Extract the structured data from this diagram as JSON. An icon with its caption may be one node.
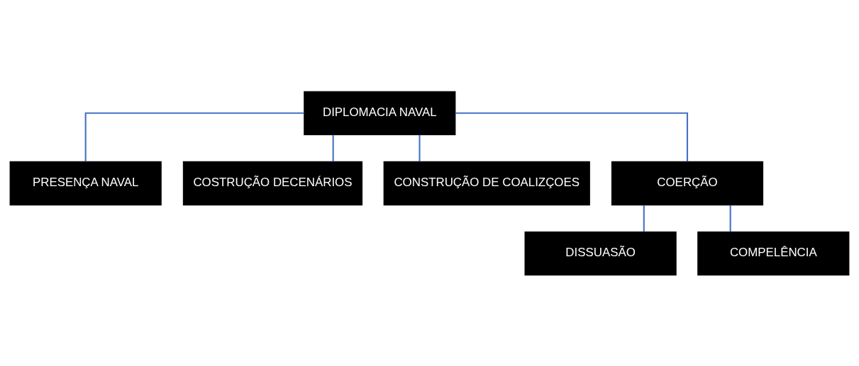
{
  "diagram": {
    "nodes": [
      {
        "text": [
          "DIPLOMACIA NAVAL"
        ]
      },
      {
        "text": [
          "PRESENÇA NAVAL"
        ]
      },
      {
        "text": [
          "COSTRUÇÃO DECENÁRIOS"
        ]
      },
      {
        "text": [
          "CONSTRUÇÃO DE COALIZÇOES"
        ]
      },
      {
        "text": [
          "COERÇÃO"
        ]
      },
      {
        "text": [
          "DISSUASÃO"
        ]
      },
      {
        "text": [
          "COMPELÊNCIA"
        ]
      }
    ],
    "edges": [
      {
        "from": 0,
        "to": 1,
        "arrow": "none"
      },
      {
        "from": 0,
        "to": 2,
        "arrow": "none"
      },
      {
        "from": 0,
        "to": 3,
        "arrow": "none"
      },
      {
        "from": 0,
        "to": 4,
        "arrow": "none"
      },
      {
        "from": 4,
        "to": 5,
        "arrow": "none"
      },
      {
        "from": 4,
        "to": 6,
        "arrow": "none"
      }
    ]
  }
}
